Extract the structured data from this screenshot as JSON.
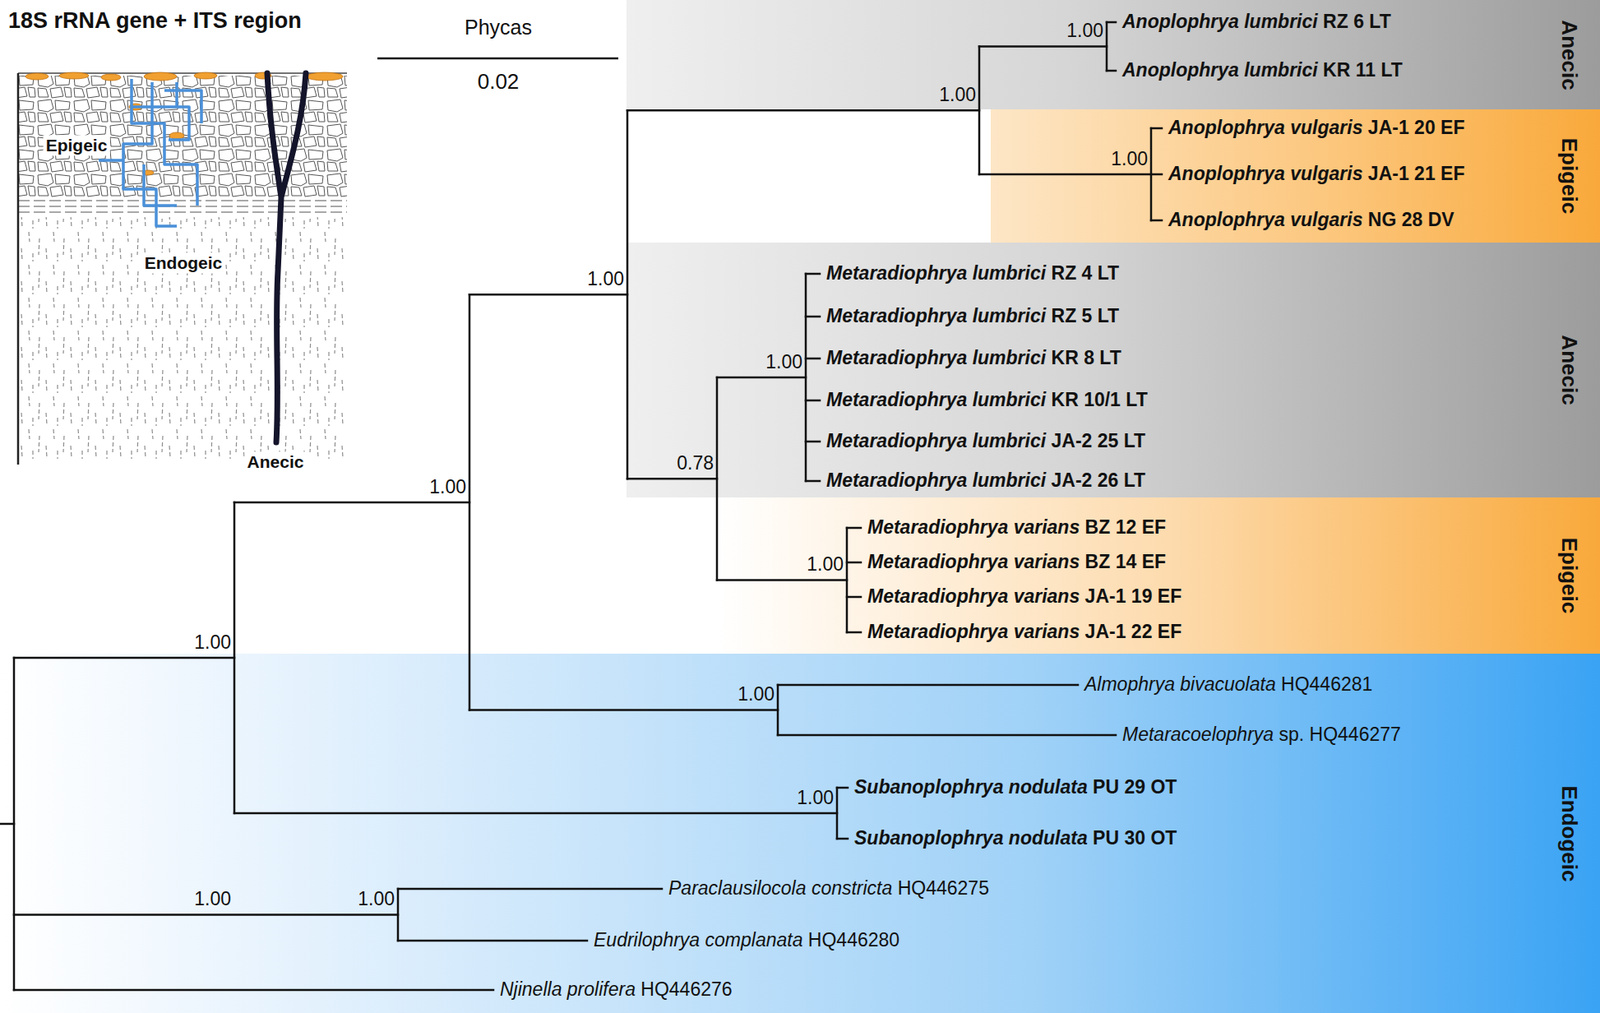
{
  "diagram": {
    "title": "18S rRNA gene + ITS region",
    "nodes": [
      {
        "text": [
          "Anecic"
        ]
      },
      {
        "text": [
          "Epigeic"
        ]
      },
      {
        "text": [
          "Anecic"
        ]
      },
      {
        "text": [
          "Epigeic"
        ]
      },
      {
        "text": [
          "Endogeic"
        ]
      }
    ],
    "labels": [
      "Phycas",
      "0.02",
      "Epigeic",
      "Endogeic",
      "Anecic",
      "Anoplophrya lumbrici RZ 6 LT",
      "Anoplophrya lumbrici KR 11 LT",
      "Anoplophrya vulgaris JA-1 20 EF",
      "Anoplophrya vulgaris JA-1 21 EF",
      "Anoplophrya vulgaris NG 28 DV",
      "Metaradiophrya lumbrici RZ 4 LT",
      "Metaradiophrya lumbrici RZ 5 LT",
      "Metaradiophrya lumbrici KR 8 LT",
      "Metaradiophrya lumbrici KR 10/1 LT",
      "Metaradiophrya lumbrici JA-2 25 LT",
      "Metaradiophrya lumbrici JA-2 26 LT",
      "Metaradiophrya varians BZ 12 EF",
      "Metaradiophrya varians BZ 14 EF",
      "Metaradiophrya varians JA-1 19 EF",
      "Metaradiophrya varians JA-1 22 EF",
      "Almophrya bivacuolata HQ446281",
      "Metaracoelophrya sp. HQ446277",
      "Subanoplophrya nodulata PU 29 OT",
      "Subanoplophrya nodulata PU 30 OT",
      "Paraclausilocola constricta HQ446275",
      "Eudrilophrya complanata HQ446280",
      "Njinella prolifera HQ446276",
      "1.00",
      "1.00",
      "1.00",
      "1.00",
      "1.00",
      "0.78",
      "1.00",
      "1.00",
      "1.00",
      "1.00",
      "1.00",
      "1.00",
      "1.00"
    ]
  }
}
